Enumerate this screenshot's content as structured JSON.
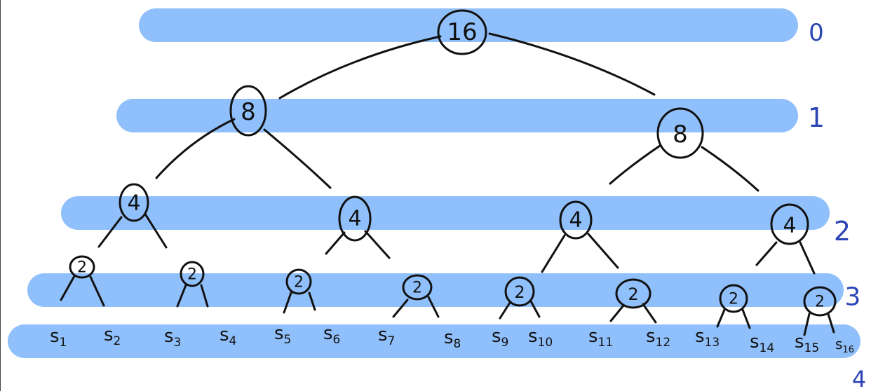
{
  "colors": {
    "band": "#90c0fb",
    "ink": "#111111",
    "level_label": "#2b45b5"
  },
  "levels": [
    "0",
    "1",
    "2",
    "3",
    "4"
  ],
  "root": "16",
  "level1": [
    "8",
    "8"
  ],
  "level2": [
    "4",
    "4",
    "4",
    "4"
  ],
  "level3": [
    "2",
    "2",
    "2",
    "2",
    "2",
    "2",
    "2",
    "2"
  ],
  "leaves": [
    {
      "base": "s",
      "sub": "1"
    },
    {
      "base": "s",
      "sub": "2"
    },
    {
      "base": "s",
      "sub": "3"
    },
    {
      "base": "s",
      "sub": "4"
    },
    {
      "base": "s",
      "sub": "5"
    },
    {
      "base": "s",
      "sub": "6"
    },
    {
      "base": "s",
      "sub": "7"
    },
    {
      "base": "s",
      "sub": "8"
    },
    {
      "base": "s",
      "sub": "9"
    },
    {
      "base": "s",
      "sub": "10"
    },
    {
      "base": "s",
      "sub": "11"
    },
    {
      "base": "s",
      "sub": "12"
    },
    {
      "base": "s",
      "sub": "13"
    },
    {
      "base": "s",
      "sub": "14"
    },
    {
      "base": "s",
      "sub": "15"
    },
    {
      "base": "s",
      "sub": "16"
    }
  ]
}
